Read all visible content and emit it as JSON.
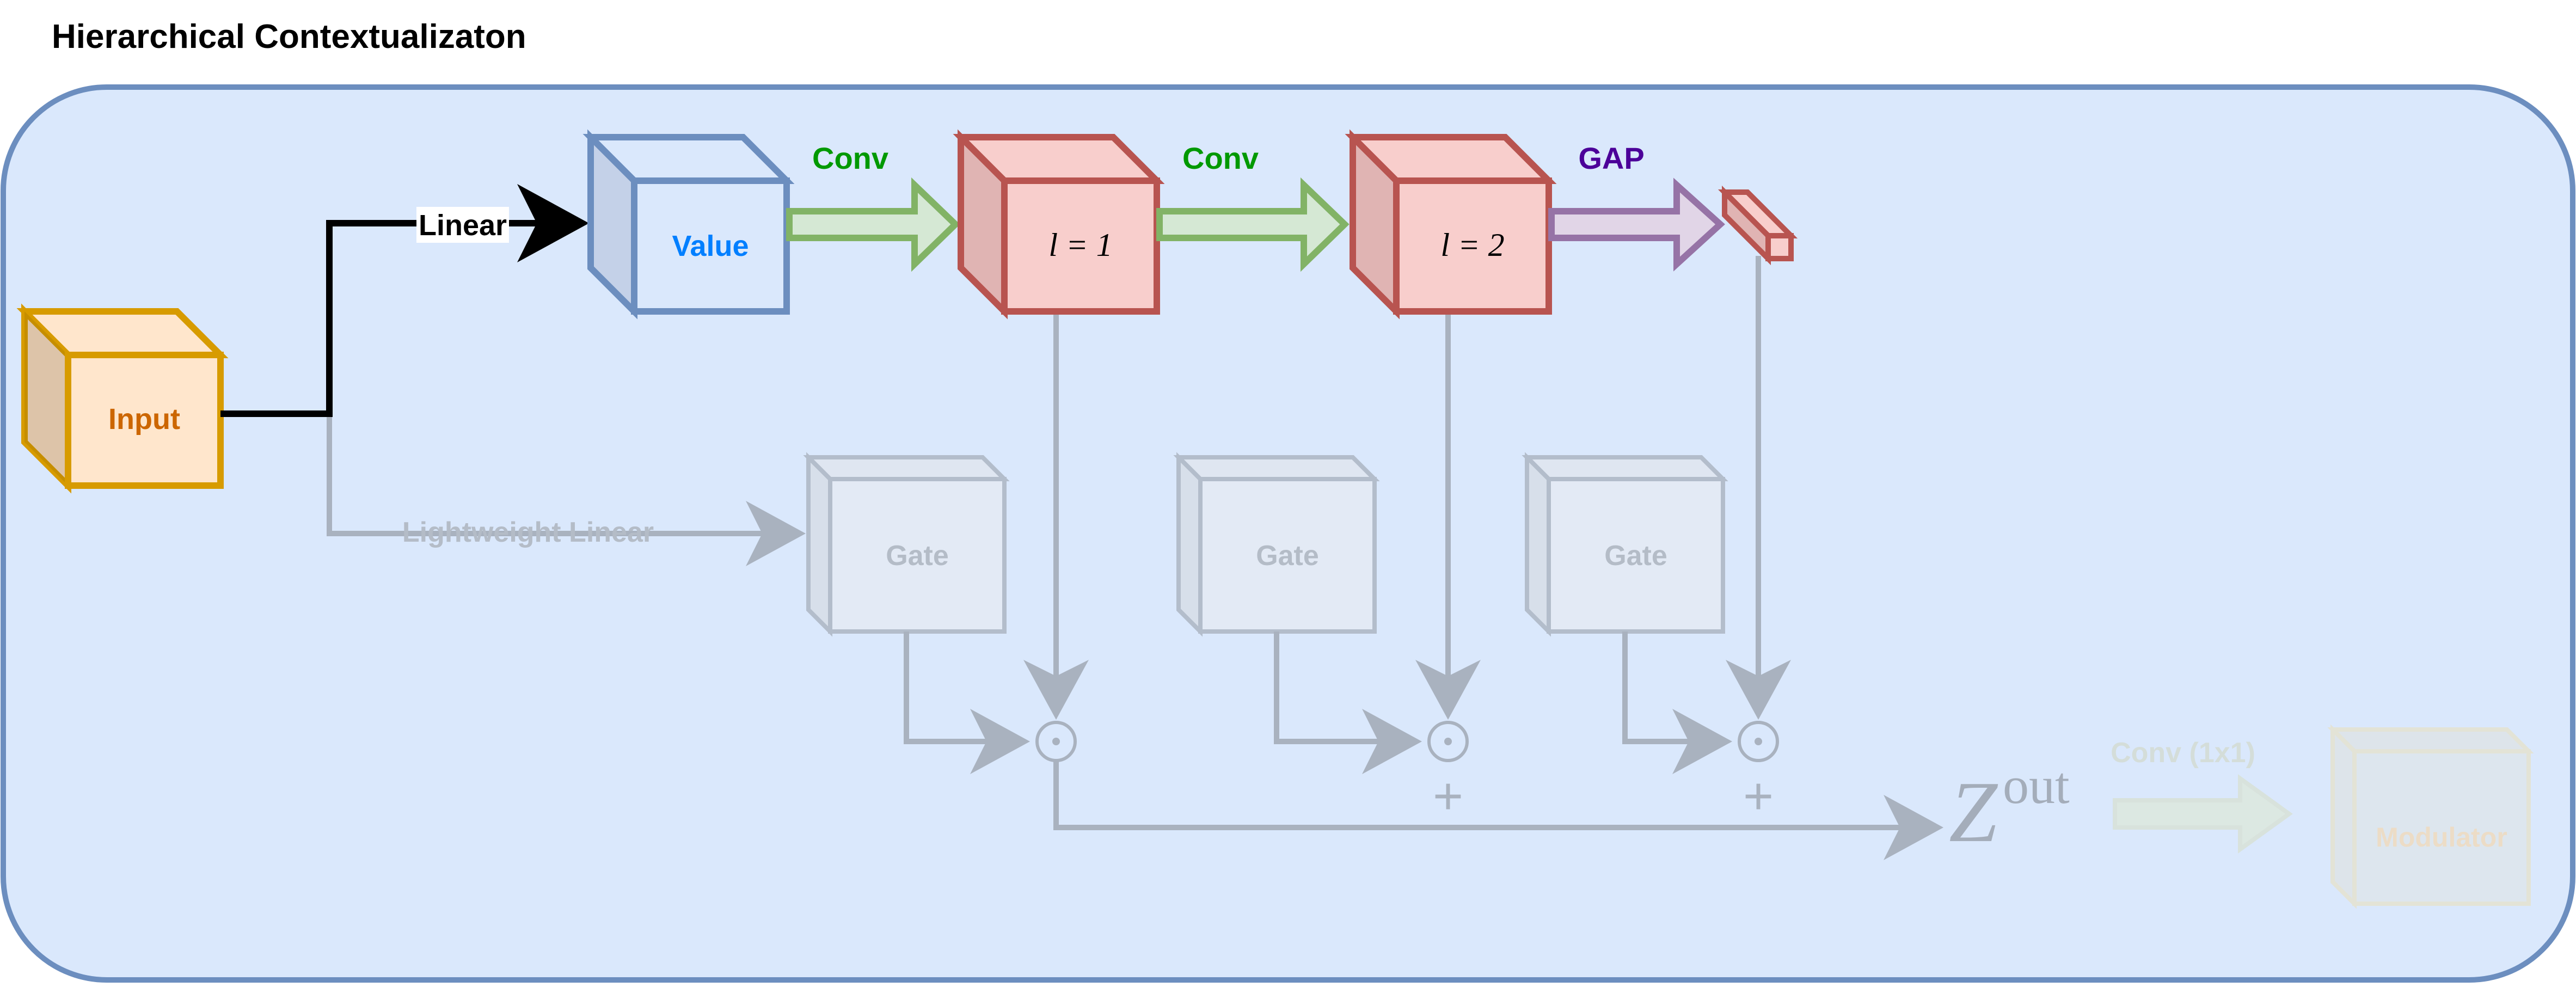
{
  "title": "Hierarchical Contextualizaton",
  "nodes": {
    "input": "Input",
    "value": "Value",
    "level1": "l = 1",
    "level2": "l = 2",
    "gate1": "Gate",
    "gate2": "Gate",
    "gate3": "Gate",
    "modulator": "Modulator",
    "zout_base": "Z",
    "zout_sup": "out"
  },
  "edges": {
    "linear": "Linear",
    "lightweight_linear": "Lightweight Linear",
    "conv1": "Conv",
    "conv2": "Conv",
    "gap": "GAP",
    "conv1x1": "Conv (1x1)"
  },
  "operators": {
    "mul1": "⊙",
    "mul2": "⊙",
    "mul3": "⊙",
    "plus1": "+",
    "plus2": "+"
  },
  "colors": {
    "panel_fill": "#dae8fc",
    "panel_stroke": "#6c8ebf",
    "input_fill": "#ffe6cc",
    "input_stroke": "#d79b00",
    "input_text": "#cc6600",
    "value_fill": "#dae8fc",
    "value_stroke": "#6c8ebf",
    "value_text": "#007fff",
    "level_fill": "#f8cecc",
    "level_stroke": "#b85450",
    "conv_fill": "#d5e8d4",
    "conv_stroke": "#82b366",
    "conv_text": "#009900",
    "gap_fill": "#e1d5e7",
    "gap_stroke": "#9673a6",
    "gap_text": "#4c0099",
    "faded_stroke": "#9aa6b5",
    "faded_text": "#9aa6b5"
  }
}
